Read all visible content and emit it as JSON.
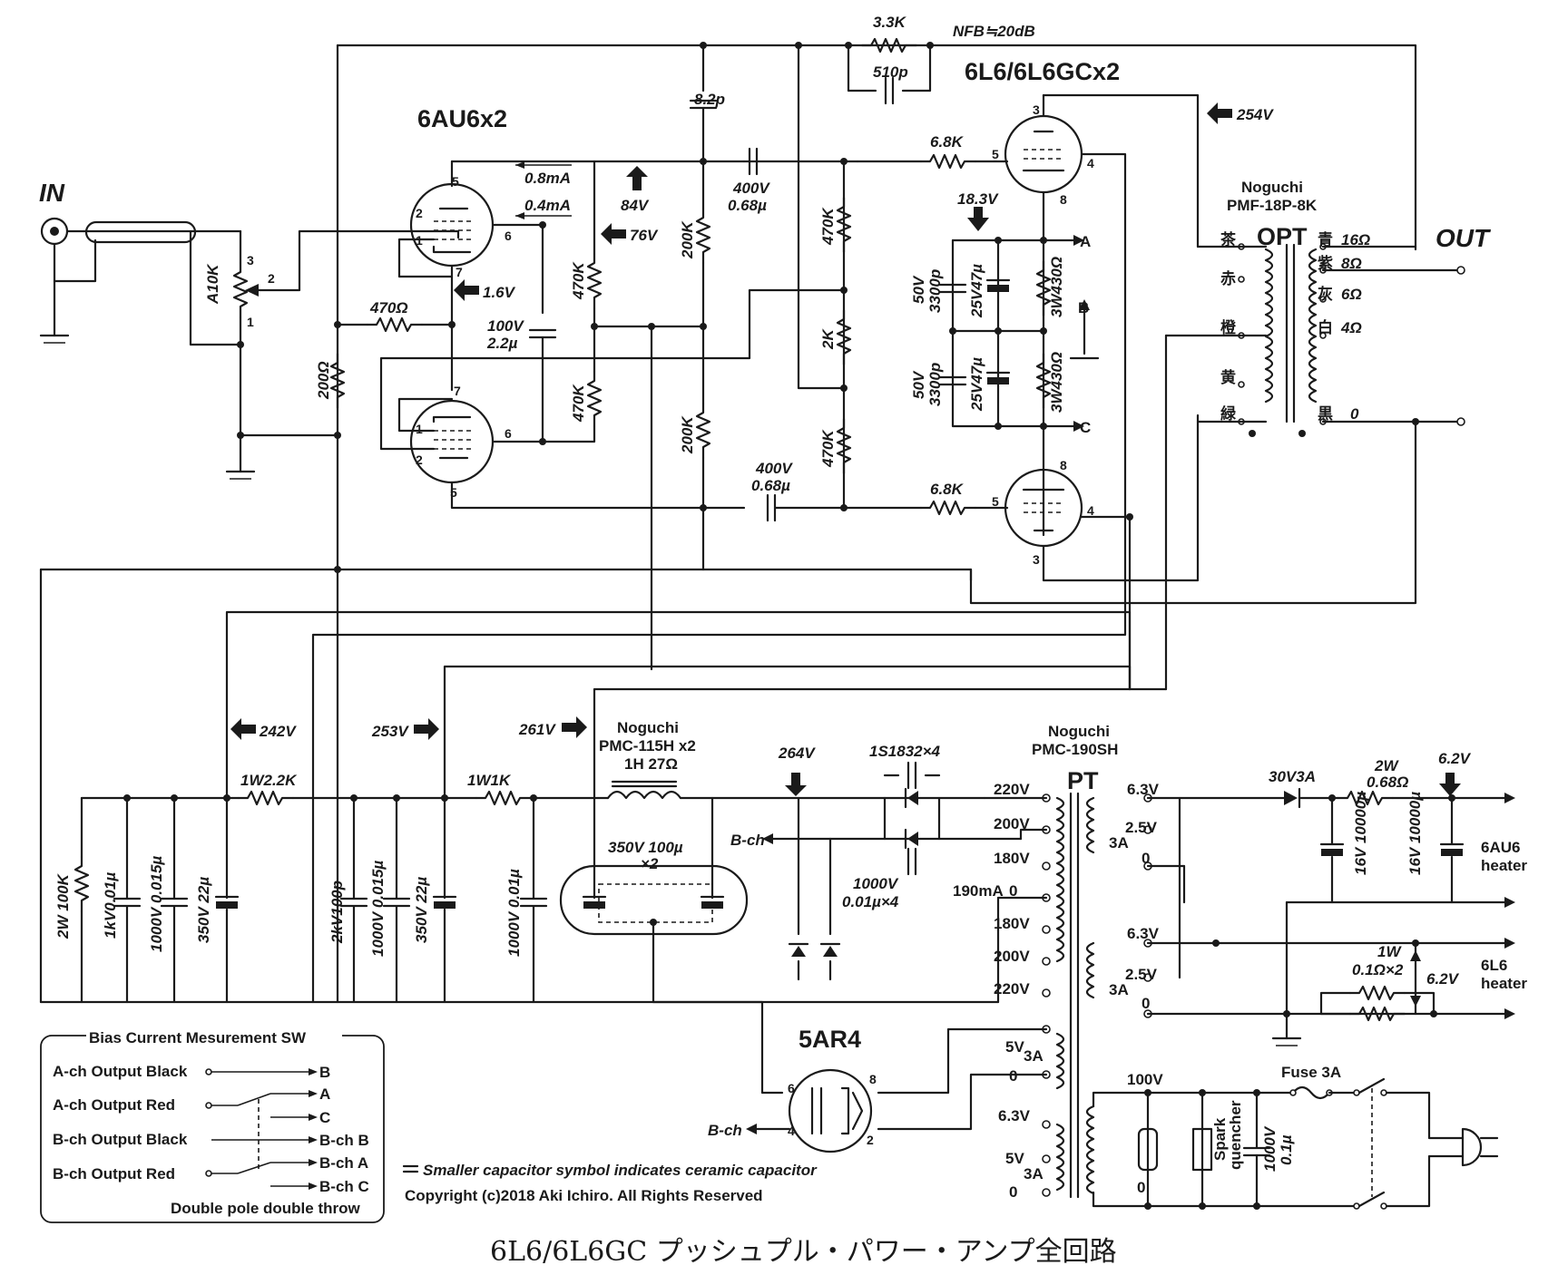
{
  "title": "6L6/6L6GC プッシュプル・パワー・アンプ全回路",
  "tubes": {
    "input_tube": "6AU6x2",
    "output_tube": "6L6/6L6GCx2",
    "rectifier": "5AR4"
  },
  "io": {
    "in": "IN",
    "out": "OUT"
  },
  "feedback": {
    "label": "NFB≒20dB",
    "resistor": "3.3K",
    "capacitor": "510p"
  },
  "input_stage": {
    "volume": "A10K",
    "pin_labels": [
      "3",
      "2",
      "1"
    ],
    "r_470": "470Ω",
    "r_200": "200Ω",
    "r_470k_a": "470K",
    "r_470k_b": "470K",
    "c_bypass": [
      "100V",
      "2.2µ"
    ],
    "v_cathode": "1.6V",
    "v_screen": "76V",
    "v_plate": "84V",
    "i_plate": "0.8mA",
    "i_screen": "0.4mA",
    "c_8p2": "8.2p",
    "r_200k_a": "200K",
    "r_200k_b": "200K",
    "tube_pins_top": [
      "5",
      "2",
      "1",
      "6",
      "7"
    ],
    "tube_pins_bottom": [
      "7",
      "1",
      "2",
      "6",
      "5"
    ]
  },
  "coupling": {
    "c_top": [
      "400V",
      "0.68µ"
    ],
    "c_bot": [
      "400V",
      "0.68µ"
    ],
    "r_grid_top": "6.8K",
    "r_grid_bot": "6.8K",
    "r_470k_top": "470K",
    "r_2k": "2K",
    "r_470k_bot": "470K"
  },
  "output_stage": {
    "v_b": "254V",
    "v_k": "18.3V",
    "cath_cap_top": [
      "50V",
      "3300p"
    ],
    "cath_ecap_top": "25V47µ",
    "cath_res_top": "3W430Ω",
    "cath_cap_bot": [
      "50V",
      "3300p"
    ],
    "cath_ecap_bot": "25V47µ",
    "cath_res_bot": "3W430Ω",
    "node_a": "A",
    "node_b": "B",
    "node_c": "C",
    "pins_top": [
      "3",
      "5",
      "4",
      "8"
    ],
    "pins_bot": [
      "8",
      "5",
      "4",
      "3"
    ]
  },
  "opt": {
    "maker": "Noguchi",
    "model": "PMF-18P-8K",
    "label": "OPT",
    "primary": [
      "茶",
      "赤",
      "橙",
      "黄",
      "緑"
    ],
    "secondary": [
      {
        "color": "青",
        "ohm": "16Ω"
      },
      {
        "color": "紫",
        "ohm": "8Ω"
      },
      {
        "color": "灰",
        "ohm": "6Ω"
      },
      {
        "color": "白",
        "ohm": "4Ω"
      },
      {
        "color": "黒",
        "ohm": "0"
      }
    ]
  },
  "power_supply": {
    "v242": "242V",
    "v253": "253V",
    "v261": "261V",
    "v264": "264V",
    "r_2k2": "1W2.2K",
    "r_1k": "1W1K",
    "choke_maker": "Noguchi",
    "choke_model": "PMC-115H x2",
    "choke_spec": "1H 27Ω",
    "dual_cap": [
      "350V 100µ",
      "×2"
    ],
    "diodes": "1S1832×4",
    "diode_caps": [
      "1000V",
      "0.01µ×4"
    ],
    "bch": "B-ch",
    "caps_left": [
      "2W 100K",
      "1kV0.01µ",
      "1000V 0.015µ",
      "350V 22µ"
    ],
    "caps_mid": [
      "2kV100p",
      "1000V 0.015µ",
      "350V 22µ"
    ],
    "cap_right": "1000V 0.01µ",
    "current": "190mA"
  },
  "pt": {
    "maker": "Noguchi",
    "model": "PMC-190SH",
    "label": "PT",
    "hv_taps": [
      "220V",
      "200V",
      "180V",
      "0",
      "180V",
      "200V",
      "220V"
    ],
    "rect_taps": [
      "5V",
      "3A",
      "0",
      "6.3V",
      "5V",
      "3A",
      "0"
    ],
    "heater1": [
      "6.3V",
      "2.5V",
      "3A",
      "0"
    ],
    "heater2": [
      "6.3V",
      "2.5V",
      "3A",
      "0"
    ],
    "primary": [
      "100V",
      "0"
    ],
    "rect_pins": [
      "6",
      "4",
      "8",
      "2"
    ]
  },
  "heater": {
    "diode": "30V3A",
    "resistor": [
      "2W",
      "0.68Ω"
    ],
    "caps": [
      "16V 10000µ",
      "16V 10000µ"
    ],
    "v_au6": "6.2V",
    "label_au6": [
      "6AU6",
      "heater"
    ],
    "r_l6": [
      "1W",
      "0.1Ω×2"
    ],
    "v_l6": "6.2V",
    "label_l6": [
      "6L6",
      "heater"
    ]
  },
  "mains": {
    "fuse": "Fuse 3A",
    "spark": [
      "Spark",
      "quencher"
    ],
    "cap": [
      "1000V",
      "0.1µ"
    ]
  },
  "bias_switch": {
    "title": "Bias Current Mesurement SW",
    "rows": [
      {
        "label": "A-ch Output Black",
        "target": "B"
      },
      {
        "label": "A-ch Output Red",
        "target": "A",
        "target2": "C"
      },
      {
        "label": "B-ch Output Black",
        "target": "B-ch B"
      },
      {
        "label": "B-ch Output Red",
        "target": "B-ch A",
        "target2": "B-ch C"
      }
    ],
    "footer": "Double pole double throw"
  },
  "notes": {
    "ceramic": "Smaller capacitor symbol indicates ceramic capacitor",
    "copyright": "Copyright (c)2018  Aki Ichiro.  All Rights Reserved"
  }
}
